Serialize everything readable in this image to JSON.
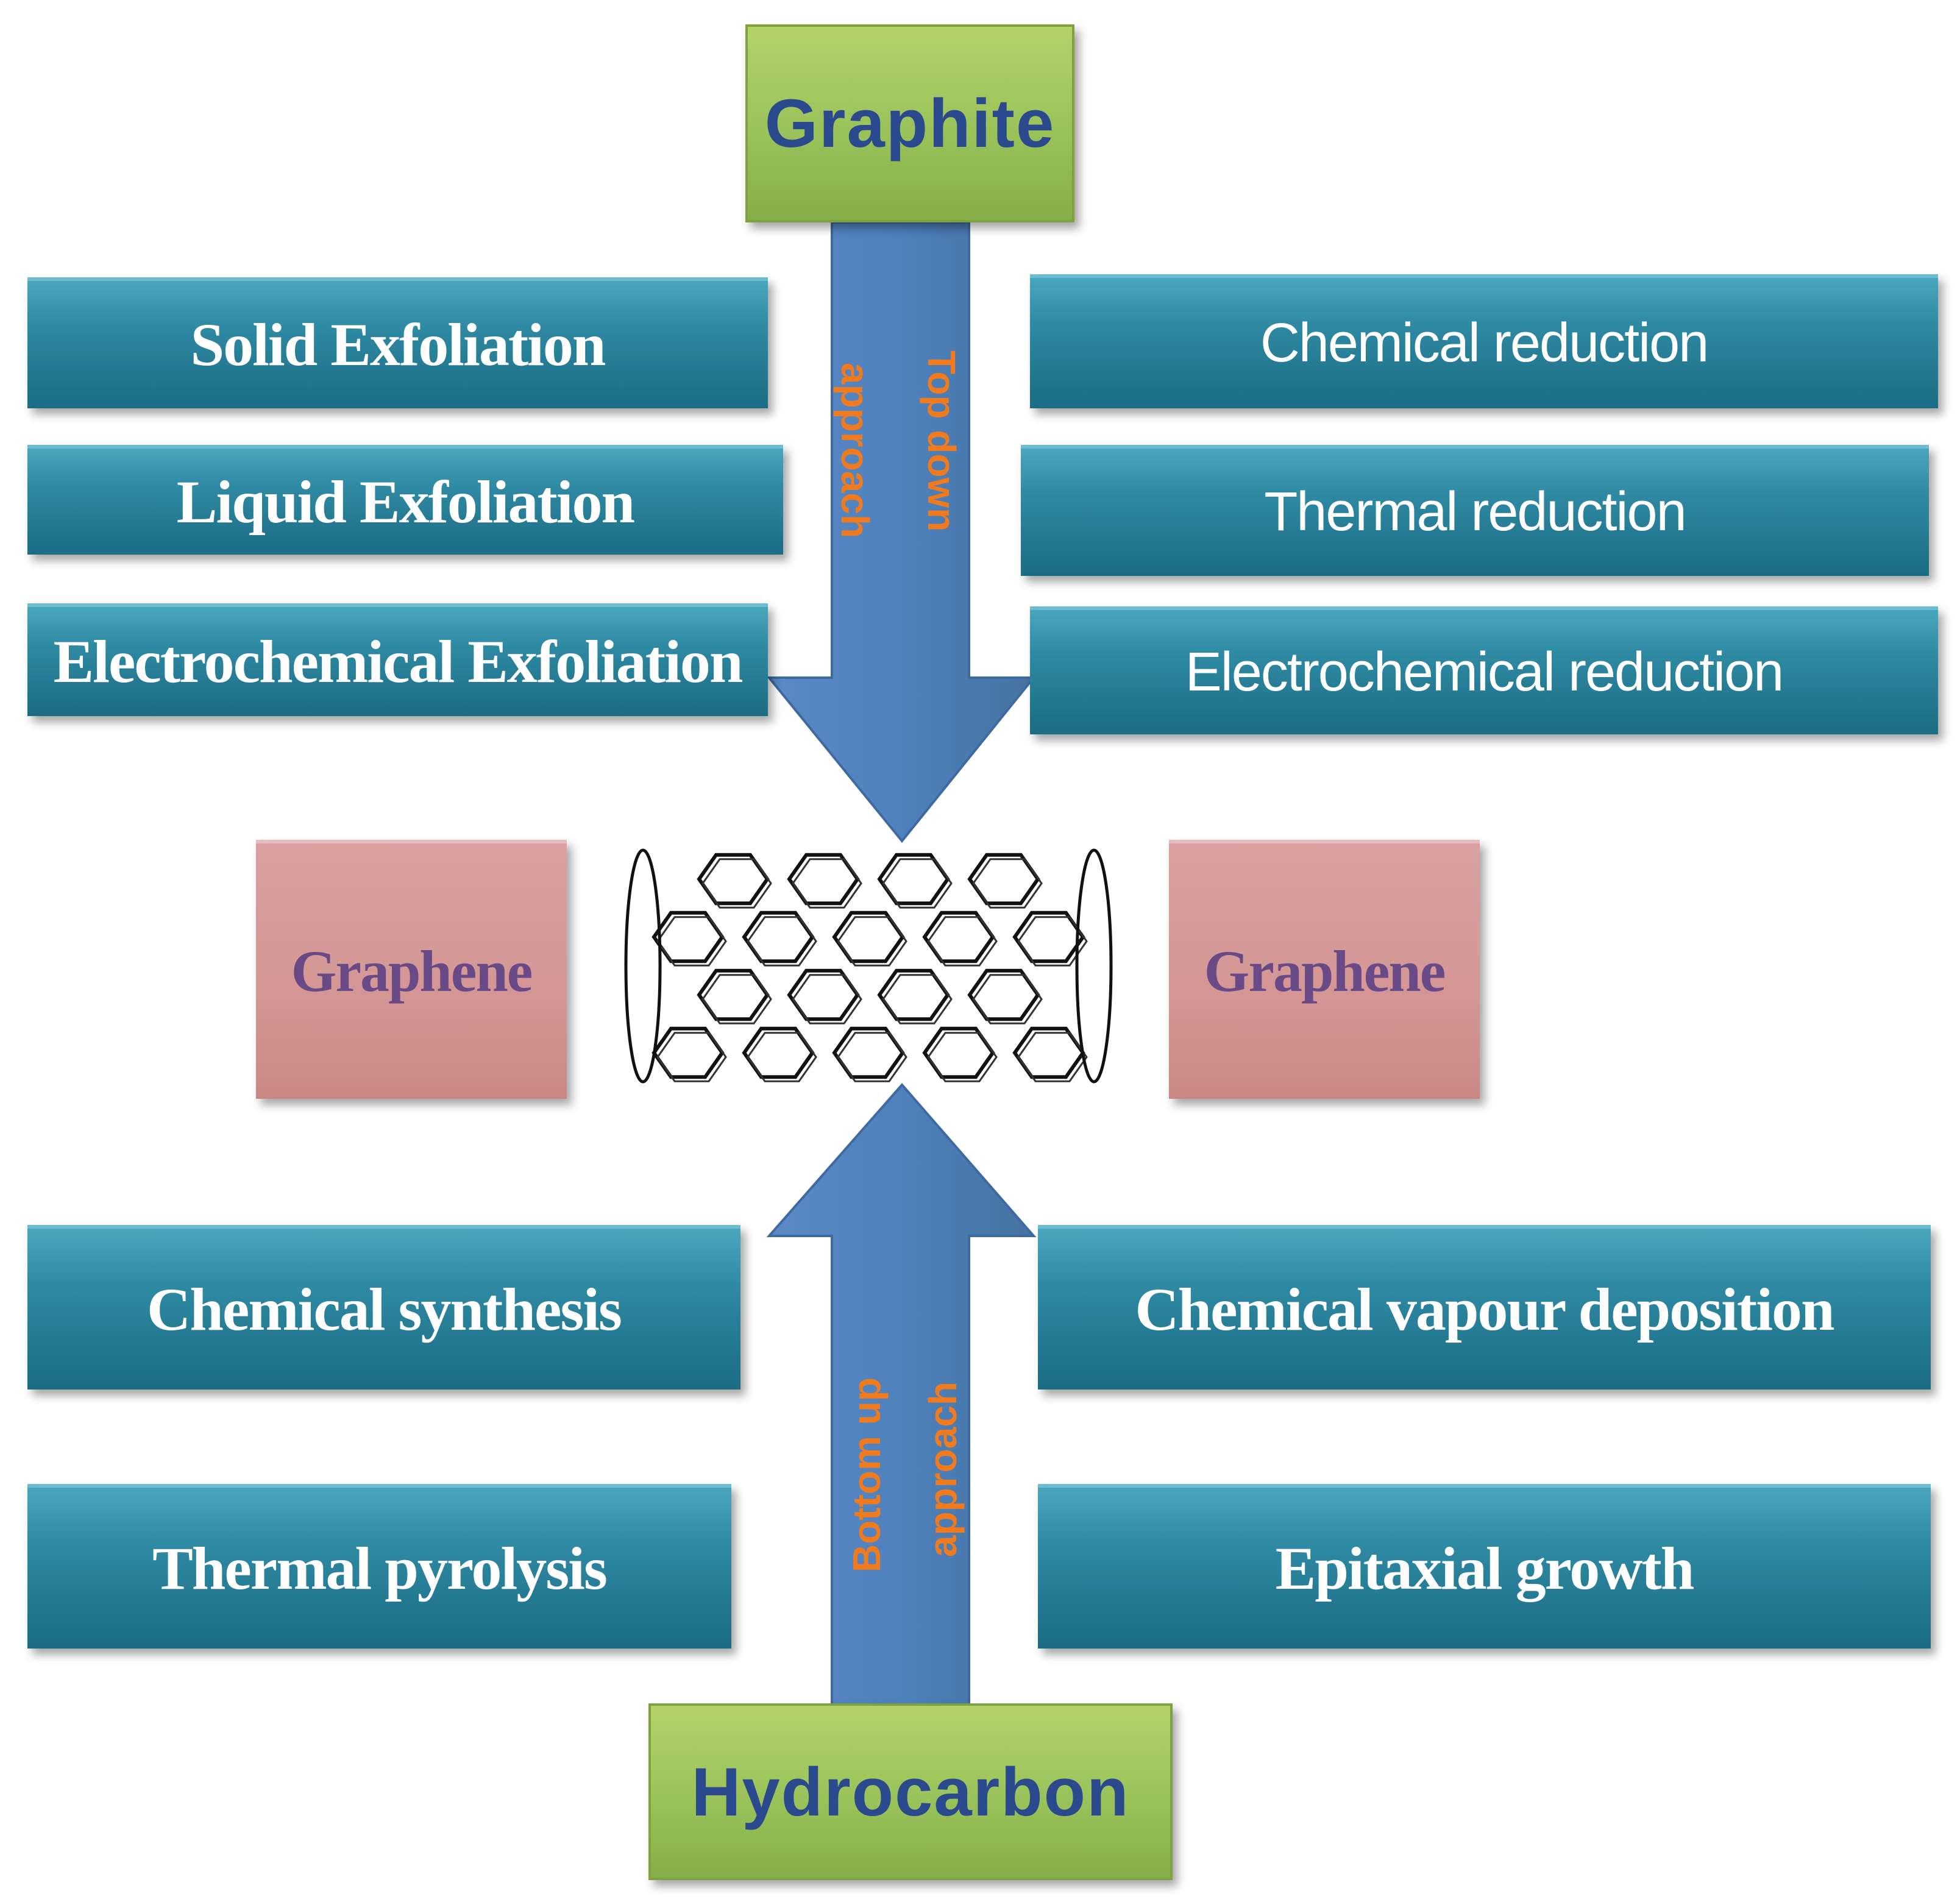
{
  "top_source": "Graphite",
  "bottom_source": "Hydrocarbon",
  "top_arrow_label": [
    "Top down",
    "approach"
  ],
  "bottom_arrow_label": [
    "Bottom up",
    "approach"
  ],
  "top_left_methods": [
    "Solid Exfoliation",
    "Liquid Exfoliation",
    "Electrochemical Exfoliation"
  ],
  "top_right_methods": [
    "Chemical reduction",
    "Thermal reduction",
    "Electrochemical reduction"
  ],
  "bottom_left_methods": [
    "Chemical synthesis",
    "Thermal pyrolysis"
  ],
  "bottom_right_methods": [
    "Chemical vapour deposition",
    "Epitaxial growth"
  ],
  "product_left": "Graphene",
  "product_right": "Graphene",
  "colors": {
    "arrow": "#4f81bd",
    "source_box": "#9bbb59",
    "method_box": "#31849b",
    "product_box": "#d99694",
    "arrow_text": "#f07a1e"
  }
}
